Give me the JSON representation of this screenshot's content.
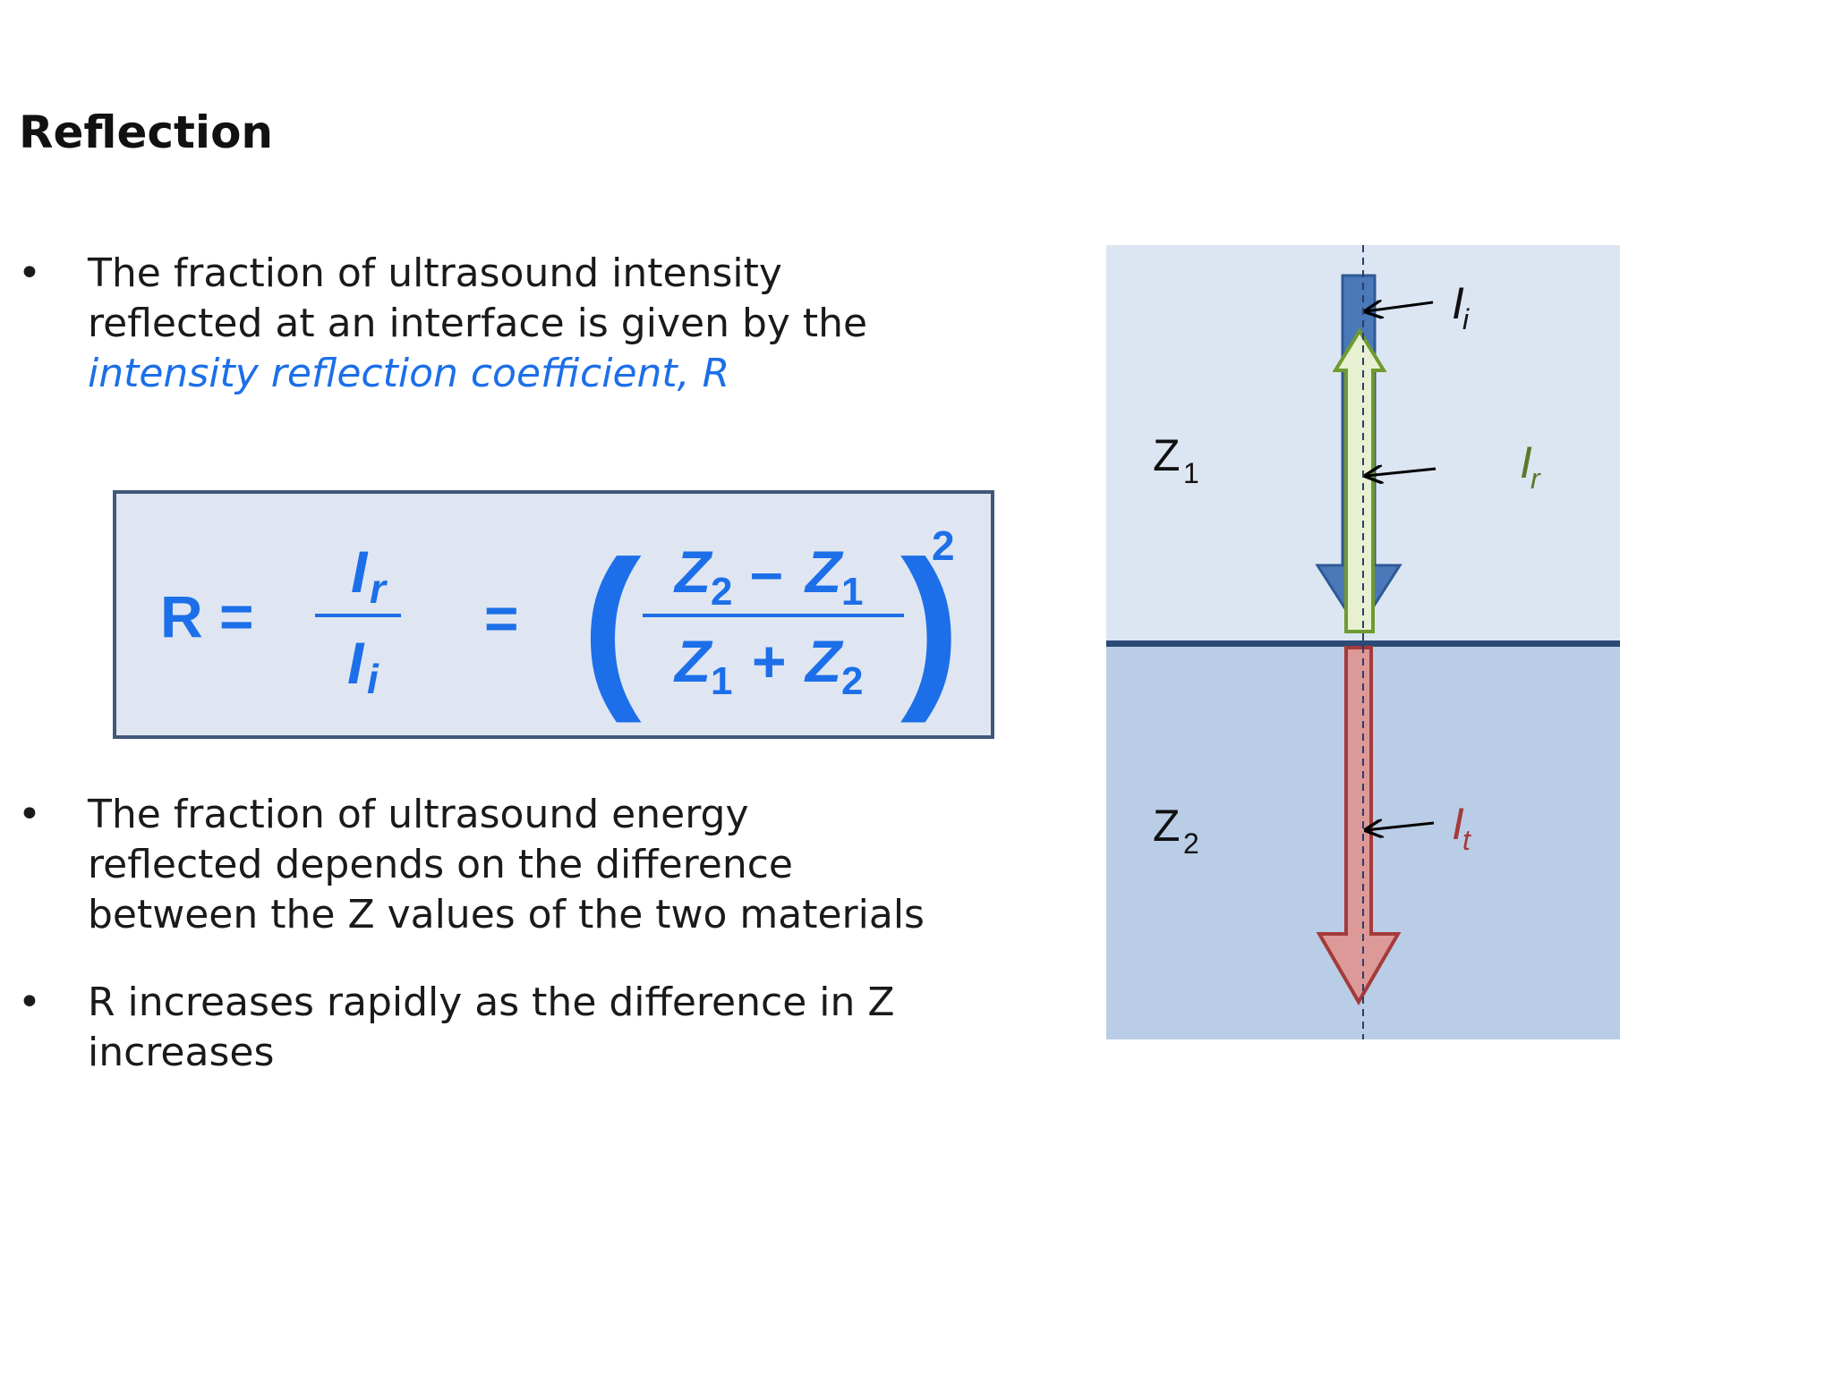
{
  "slide": {
    "title": "Reflection"
  },
  "bullets": [
    {
      "symbol": "•",
      "lines": [
        "The fraction of ultrasound intensity",
        "reflected at an interface is given by the"
      ],
      "emphasis": "intensity reflection coefficient, R"
    },
    {
      "symbol": "•",
      "lines": [
        "The fraction of ultrasound energy",
        "reflected depends on the difference",
        "between the Z values of the two materials"
      ]
    },
    {
      "symbol": "•",
      "lines": [
        "R increases rapidly as the difference in Z",
        "increases"
      ]
    }
  ],
  "formula": {
    "lhs": "R =",
    "numerator": {
      "base": "I",
      "sub": "r"
    },
    "denominator": {
      "base": "I",
      "sub": "i"
    },
    "equals": "=",
    "paren_open": "(",
    "paren_close": ")",
    "exponent": "2",
    "frac_num": {
      "a": "Z",
      "a_sub": "2",
      "op": "–",
      "b": "Z",
      "b_sub": "1"
    },
    "frac_den": {
      "a": "Z",
      "a_sub": "1",
      "op": "+",
      "b": "Z",
      "b_sub": "2"
    }
  },
  "diagram": {
    "medium_1": {
      "label": "Z",
      "sub": "1"
    },
    "medium_2": {
      "label": "Z",
      "sub": "2"
    },
    "incident": {
      "label": "I",
      "sub": "i"
    },
    "reflected": {
      "label": "I",
      "sub": "r"
    },
    "transmitted": {
      "label": "I",
      "sub": "t"
    }
  },
  "colors": {
    "title_text": "#111111",
    "body_text": "#1a1a1a",
    "emphasis_blue": "#1c6fe8",
    "formula_bg": "#dfe6f2",
    "formula_border": "#43577a",
    "medium_1_bg": "#dce6f2",
    "medium_2_bg": "#b9cde6",
    "interface_line": "#2b4a78",
    "incident_arrow": "#4a78b8",
    "reflected_arrow": "#e8f0d2",
    "reflected_label": "#5a7a2a",
    "transmitted_arrow": "#dd9898",
    "transmitted_label": "#a53a3a"
  }
}
